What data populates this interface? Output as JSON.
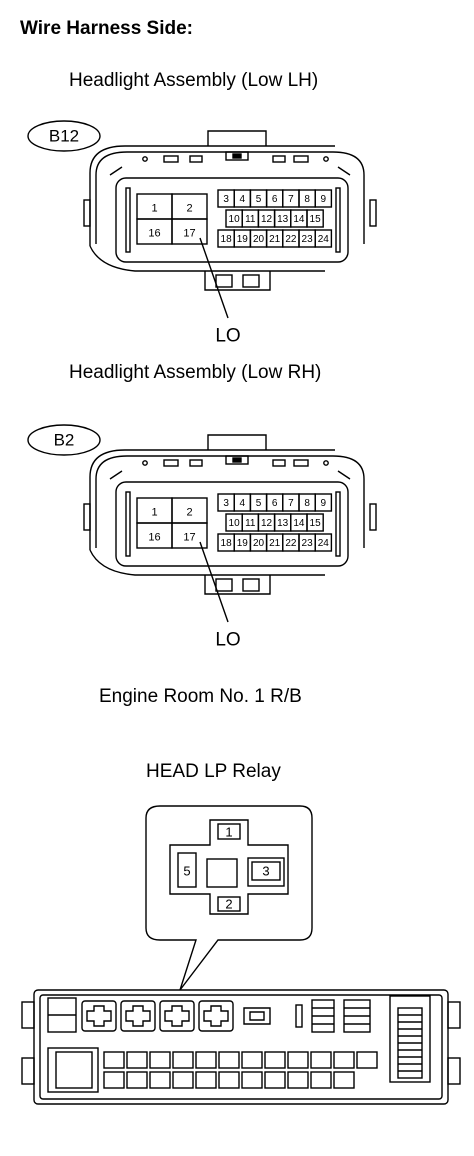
{
  "heading": "Wire Harness Side:",
  "connectors": [
    {
      "title": "Headlight Assembly (Low LH)",
      "code": "B12",
      "big_pins": [
        "1",
        "2",
        "16",
        "17"
      ],
      "pins_row1": [
        "3",
        "4",
        "5",
        "6",
        "7",
        "8",
        "9"
      ],
      "pins_row2": [
        "10",
        "11",
        "12",
        "13",
        "14",
        "15"
      ],
      "pins_row3": [
        "18",
        "19",
        "20",
        "21",
        "22",
        "23",
        "24"
      ],
      "terminal_label": "LO"
    },
    {
      "title": "Headlight Assembly (Low RH)",
      "code": "B2",
      "big_pins": [
        "1",
        "2",
        "16",
        "17"
      ],
      "pins_row1": [
        "3",
        "4",
        "5",
        "6",
        "7",
        "8",
        "9"
      ],
      "pins_row2": [
        "10",
        "11",
        "12",
        "13",
        "14",
        "15"
      ],
      "pins_row3": [
        "18",
        "19",
        "20",
        "21",
        "22",
        "23",
        "24"
      ],
      "terminal_label": "LO"
    }
  ],
  "relay_block": {
    "title": "Engine Room No. 1 R/B",
    "relay_name": "HEAD LP Relay",
    "relay_pins": [
      "1",
      "5",
      "3",
      "2"
    ]
  }
}
